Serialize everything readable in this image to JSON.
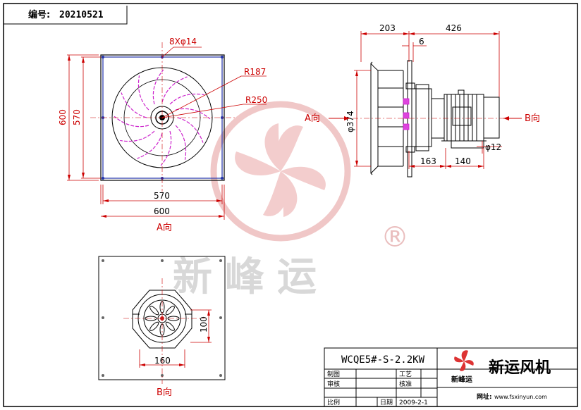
{
  "header": {
    "number_label": "编号:",
    "number_value": "20210521"
  },
  "front_view": {
    "bolt_spec": "8Xφ14",
    "radius_inner": "R187",
    "radius_outer": "R250",
    "height_outer": "600",
    "height_inner": "570",
    "width_inner": "570",
    "width_outer": "600",
    "view_label": "A向"
  },
  "side_view": {
    "dim_top_left": "203",
    "dim_top_right": "426",
    "dim_flange": "6",
    "dim_diameter": "φ374",
    "dim_shaft": "φ12",
    "dim_base_left": "163",
    "dim_base_right": "140",
    "view_a": "A向",
    "view_b": "B向"
  },
  "bottom_view": {
    "dim_height": "100",
    "dim_width": "160",
    "view_label": "B向"
  },
  "watermark": {
    "brand": "新峰运",
    "registered": "®"
  },
  "title_block": {
    "model": "WCQE5#-S-2.2KW",
    "company": "新运风机",
    "small_logo_text": "新峰运",
    "website_label": "网址:",
    "website": "www.fsxinyun.com",
    "rows": [
      {
        "left": "制图",
        "right": "工艺"
      },
      {
        "left": "审核",
        "right": "核准"
      },
      {
        "left": "比例",
        "mid_label": "日期",
        "date": "2009-2-1"
      }
    ]
  },
  "colors": {
    "line": "#000000",
    "dim": "#cc0000",
    "blade": "#cc22cc",
    "frame_blue": "#2233aa",
    "watermark": "#e8a0a0"
  }
}
